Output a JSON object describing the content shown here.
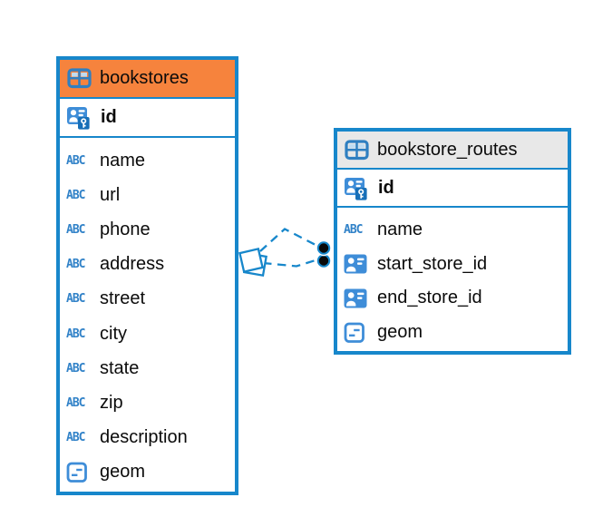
{
  "diagram": {
    "type_icon_label": "ABC",
    "tables": [
      {
        "name": "bookstores",
        "header": {
          "highlighted": true,
          "background": "#F6833D"
        },
        "key_row": {
          "name": "id",
          "icon": "primary-key-icon"
        },
        "fields": [
          {
            "name": "name",
            "icon": "text-type-icon"
          },
          {
            "name": "url",
            "icon": "text-type-icon"
          },
          {
            "name": "phone",
            "icon": "text-type-icon"
          },
          {
            "name": "address",
            "icon": "text-type-icon"
          },
          {
            "name": "street",
            "icon": "text-type-icon"
          },
          {
            "name": "city",
            "icon": "text-type-icon"
          },
          {
            "name": "state",
            "icon": "text-type-icon"
          },
          {
            "name": "zip",
            "icon": "text-type-icon"
          },
          {
            "name": "description",
            "icon": "text-type-icon"
          },
          {
            "name": "geom",
            "icon": "geometry-type-icon"
          }
        ]
      },
      {
        "name": "bookstore_routes",
        "header": {
          "highlighted": false,
          "background": "#E8E8E8"
        },
        "key_row": {
          "name": "id",
          "icon": "primary-key-icon"
        },
        "fields": [
          {
            "name": "name",
            "icon": "text-type-icon"
          },
          {
            "name": "start_store_id",
            "icon": "reference-id-icon"
          },
          {
            "name": "end_store_id",
            "icon": "reference-id-icon"
          },
          {
            "name": "geom",
            "icon": "geometry-type-icon"
          }
        ]
      }
    ],
    "relations": [
      {
        "from_table": "bookstores",
        "to_table": "bookstore_routes",
        "line_style": "dashed",
        "from_marker": "diamond",
        "to_marker": "filled-circle"
      },
      {
        "from_table": "bookstores",
        "to_table": "bookstore_routes",
        "line_style": "dashed",
        "from_marker": "diamond",
        "to_marker": "filled-circle"
      }
    ],
    "colors": {
      "table_border": "#1787CB",
      "selected_header_orange": "#F6833D",
      "header_gray": "#E8E8E8",
      "icon_blue": "#3E8DD8",
      "key_badge_blue": "#176FB8",
      "relation_line_blue": "#1787CB",
      "text_black": "#0B0B0B"
    }
  }
}
